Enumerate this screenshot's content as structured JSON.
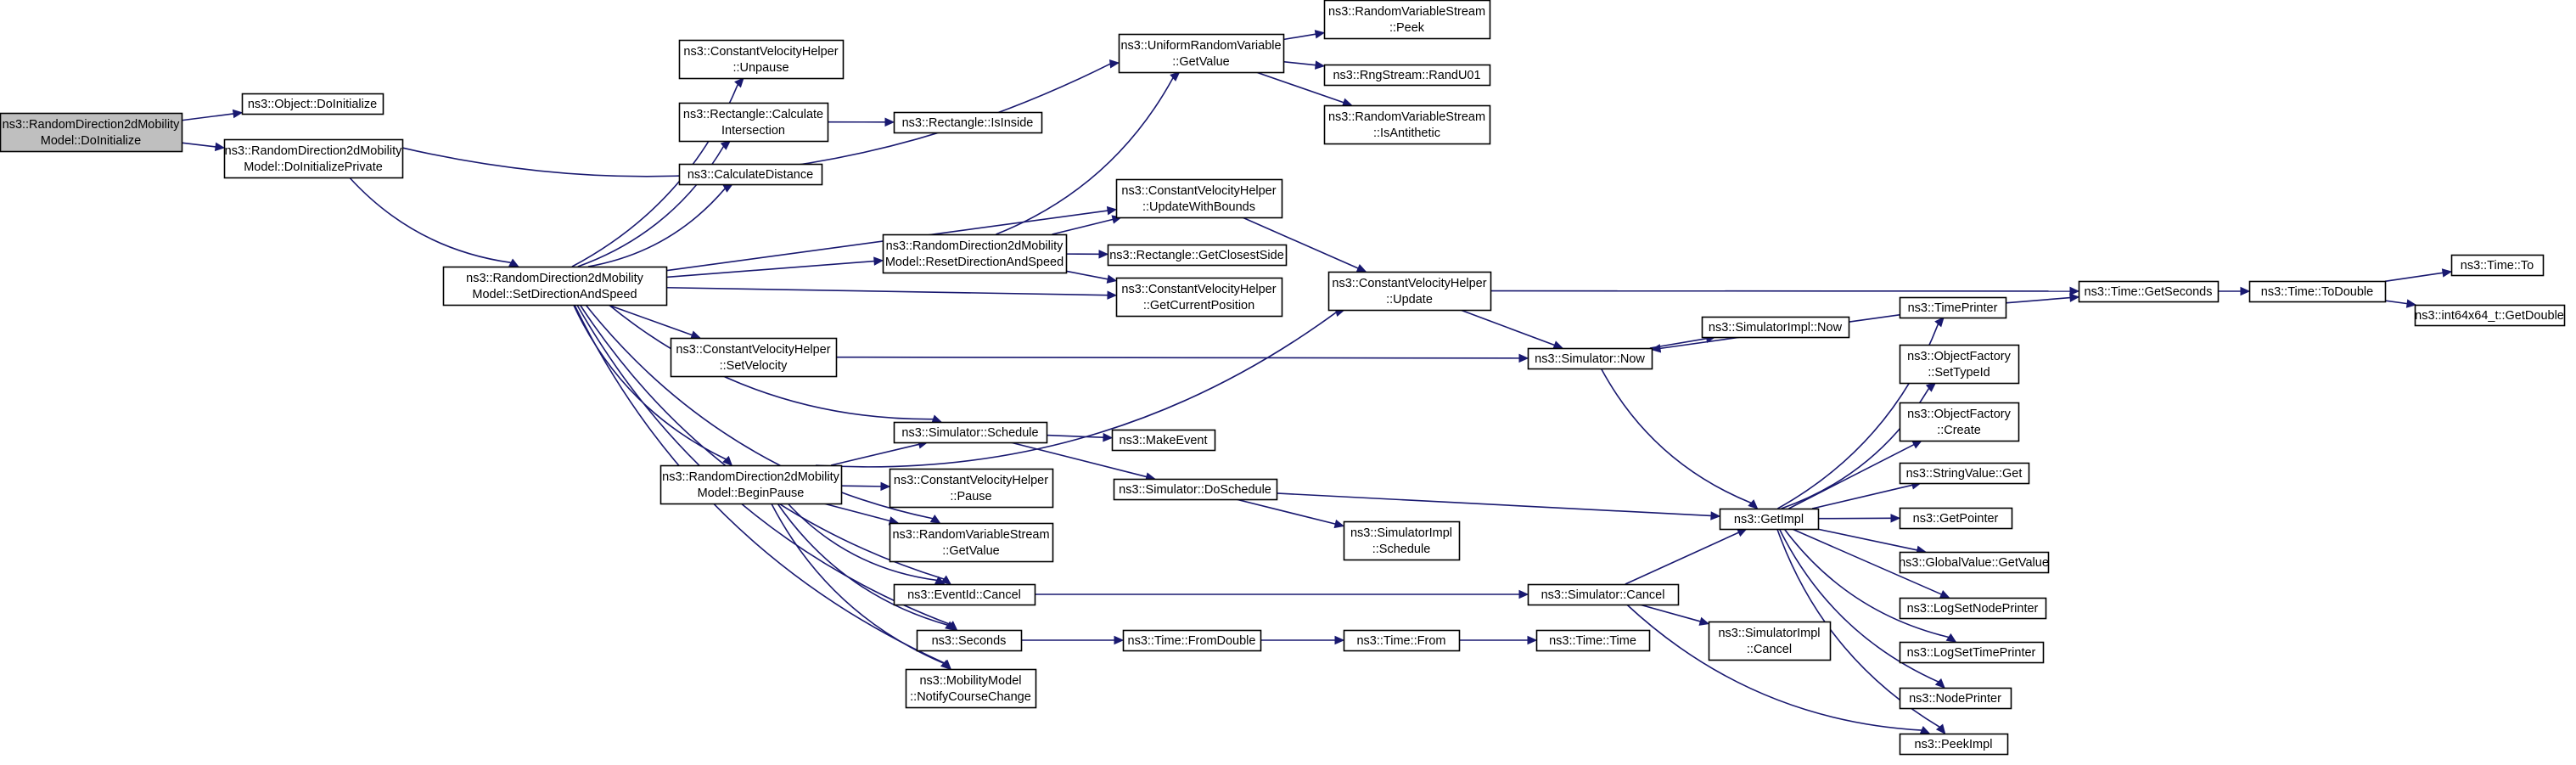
{
  "colors": {
    "edge": "#191970",
    "root_fill": "#bfbfbf",
    "node_border": "#000000",
    "missing_border": "#ff0000"
  },
  "nodes": [
    {
      "id": "n0",
      "lines": [
        "ns3::RandomDirection2dMobility",
        "Model::DoInitialize"
      ],
      "root": true
    },
    {
      "id": "n1",
      "lines": [
        "ns3::Object::DoInitialize"
      ]
    },
    {
      "id": "n2",
      "lines": [
        "ns3::RandomDirection2dMobility",
        "Model::DoInitializePrivate"
      ]
    },
    {
      "id": "n3",
      "lines": [
        "ns3::RandomDirection2dMobility",
        "Model::SetDirectionAndSpeed"
      ]
    },
    {
      "id": "n4",
      "lines": [
        "ns3::UniformRandomVariable",
        "::GetValue"
      ]
    },
    {
      "id": "n5",
      "lines": [
        "ns3::RandomVariableStream",
        "::Peek"
      ]
    },
    {
      "id": "n6",
      "lines": [
        "ns3::RngStream::RandU01"
      ]
    },
    {
      "id": "n7",
      "lines": [
        "ns3::RandomVariableStream",
        "::IsAntithetic"
      ]
    },
    {
      "id": "n8",
      "lines": [
        "ns3::ConstantVelocityHelper",
        "::Unpause"
      ]
    },
    {
      "id": "n9",
      "lines": [
        "ns3::Rectangle::Calculate",
        "Intersection"
      ]
    },
    {
      "id": "n10",
      "lines": [
        "ns3::Rectangle::IsInside"
      ]
    },
    {
      "id": "n11",
      "lines": [
        "ns3::CalculateDistance"
      ]
    },
    {
      "id": "n12",
      "lines": [
        "ns3::RandomDirection2dMobility",
        "Model::ResetDirectionAndSpeed"
      ]
    },
    {
      "id": "n13",
      "lines": [
        "ns3::ConstantVelocityHelper",
        "::UpdateWithBounds"
      ]
    },
    {
      "id": "n14",
      "lines": [
        "ns3::Rectangle::GetClosestSide"
      ]
    },
    {
      "id": "n15",
      "lines": [
        "ns3::ConstantVelocityHelper",
        "::GetCurrentPosition"
      ]
    },
    {
      "id": "n16",
      "lines": [
        "ns3::ConstantVelocityHelper",
        "::Update"
      ]
    },
    {
      "id": "n17",
      "lines": [
        "ns3::ConstantVelocityHelper",
        "::SetVelocity"
      ]
    },
    {
      "id": "n18",
      "lines": [
        "ns3::Simulator::Now"
      ]
    },
    {
      "id": "n19",
      "lines": [
        "ns3::SimulatorImpl::Now"
      ]
    },
    {
      "id": "n20",
      "lines": [
        "ns3::TimePrinter"
      ]
    },
    {
      "id": "n21",
      "lines": [
        "ns3::Time::GetSeconds"
      ]
    },
    {
      "id": "n22",
      "lines": [
        "ns3::Time::ToDouble"
      ]
    },
    {
      "id": "n23",
      "lines": [
        "ns3::Time::To"
      ],
      "missing": true
    },
    {
      "id": "n24",
      "lines": [
        "ns3::int64x64_t::GetDouble"
      ]
    },
    {
      "id": "n25",
      "lines": [
        "ns3::ObjectFactory",
        "::SetTypeId"
      ],
      "missing": true
    },
    {
      "id": "n26",
      "lines": [
        "ns3::ObjectFactory",
        "::Create"
      ],
      "missing": true
    },
    {
      "id": "n27",
      "lines": [
        "ns3::StringValue::Get"
      ]
    },
    {
      "id": "n28",
      "lines": [
        "ns3::GetPointer"
      ],
      "missing": true
    },
    {
      "id": "n29",
      "lines": [
        "ns3::GlobalValue::GetValue"
      ],
      "missing": true
    },
    {
      "id": "n30",
      "lines": [
        "ns3::LogSetNodePrinter"
      ]
    },
    {
      "id": "n31",
      "lines": [
        "ns3::LogSetTimePrinter"
      ],
      "missing": true
    },
    {
      "id": "n32",
      "lines": [
        "ns3::NodePrinter"
      ],
      "missing": true
    },
    {
      "id": "n33",
      "lines": [
        "ns3::PeekImpl"
      ]
    },
    {
      "id": "n34",
      "lines": [
        "ns3::GetImpl"
      ]
    },
    {
      "id": "n35",
      "lines": [
        "ns3::RandomDirection2dMobility",
        "Model::BeginPause"
      ]
    },
    {
      "id": "n36",
      "lines": [
        "ns3::Simulator::Schedule"
      ]
    },
    {
      "id": "n37",
      "lines": [
        "ns3::MakeEvent"
      ]
    },
    {
      "id": "n38",
      "lines": [
        "ns3::Simulator::DoSchedule"
      ]
    },
    {
      "id": "n39",
      "lines": [
        "ns3::SimulatorImpl",
        "::Schedule"
      ]
    },
    {
      "id": "n40",
      "lines": [
        "ns3::ConstantVelocityHelper",
        "::Pause"
      ]
    },
    {
      "id": "n41",
      "lines": [
        "ns3::RandomVariableStream",
        "::GetValue"
      ]
    },
    {
      "id": "n42",
      "lines": [
        "ns3::EventId::Cancel"
      ]
    },
    {
      "id": "n43",
      "lines": [
        "ns3::Simulator::Cancel"
      ]
    },
    {
      "id": "n44",
      "lines": [
        "ns3::SimulatorImpl",
        "::Cancel"
      ]
    },
    {
      "id": "n45",
      "lines": [
        "ns3::Seconds"
      ]
    },
    {
      "id": "n46",
      "lines": [
        "ns3::Time::FromDouble"
      ]
    },
    {
      "id": "n47",
      "lines": [
        "ns3::Time::From"
      ]
    },
    {
      "id": "n48",
      "lines": [
        "ns3::Time::Time"
      ],
      "missing": true
    },
    {
      "id": "n49",
      "lines": [
        "ns3::MobilityModel",
        "::NotifyCourseChange"
      ]
    }
  ],
  "edges": [
    [
      "n0",
      "n1"
    ],
    [
      "n0",
      "n2"
    ],
    [
      "n2",
      "n3"
    ],
    [
      "n2",
      "n4"
    ],
    [
      "n4",
      "n5"
    ],
    [
      "n4",
      "n6"
    ],
    [
      "n4",
      "n7"
    ],
    [
      "n3",
      "n8"
    ],
    [
      "n3",
      "n9"
    ],
    [
      "n9",
      "n10"
    ],
    [
      "n3",
      "n11"
    ],
    [
      "n3",
      "n12"
    ],
    [
      "n3",
      "n13"
    ],
    [
      "n3",
      "n15"
    ],
    [
      "n3",
      "n17"
    ],
    [
      "n3",
      "n35"
    ],
    [
      "n3",
      "n36"
    ],
    [
      "n3",
      "n41"
    ],
    [
      "n3",
      "n42"
    ],
    [
      "n3",
      "n45"
    ],
    [
      "n3",
      "n49"
    ],
    [
      "n12",
      "n4"
    ],
    [
      "n12",
      "n13"
    ],
    [
      "n12",
      "n14"
    ],
    [
      "n12",
      "n15"
    ],
    [
      "n13",
      "n16"
    ],
    [
      "n16",
      "n21"
    ],
    [
      "n16",
      "n18"
    ],
    [
      "n17",
      "n18"
    ],
    [
      "n18",
      "n19"
    ],
    [
      "n18",
      "n34"
    ],
    [
      "n20",
      "n18"
    ],
    [
      "n20",
      "n21"
    ],
    [
      "n21",
      "n22"
    ],
    [
      "n22",
      "n23"
    ],
    [
      "n22",
      "n24"
    ],
    [
      "n34",
      "n20"
    ],
    [
      "n34",
      "n25"
    ],
    [
      "n34",
      "n26"
    ],
    [
      "n34",
      "n27"
    ],
    [
      "n34",
      "n28"
    ],
    [
      "n34",
      "n29"
    ],
    [
      "n34",
      "n30"
    ],
    [
      "n34",
      "n31"
    ],
    [
      "n34",
      "n32"
    ],
    [
      "n34",
      "n33"
    ],
    [
      "n35",
      "n16"
    ],
    [
      "n35",
      "n36"
    ],
    [
      "n35",
      "n40"
    ],
    [
      "n35",
      "n41"
    ],
    [
      "n35",
      "n42"
    ],
    [
      "n35",
      "n45"
    ],
    [
      "n35",
      "n49"
    ],
    [
      "n36",
      "n37"
    ],
    [
      "n36",
      "n38"
    ],
    [
      "n38",
      "n39"
    ],
    [
      "n38",
      "n34"
    ],
    [
      "n42",
      "n43"
    ],
    [
      "n43",
      "n34"
    ],
    [
      "n43",
      "n44"
    ],
    [
      "n43",
      "n33"
    ],
    [
      "n45",
      "n46"
    ],
    [
      "n46",
      "n47"
    ],
    [
      "n47",
      "n48"
    ]
  ]
}
